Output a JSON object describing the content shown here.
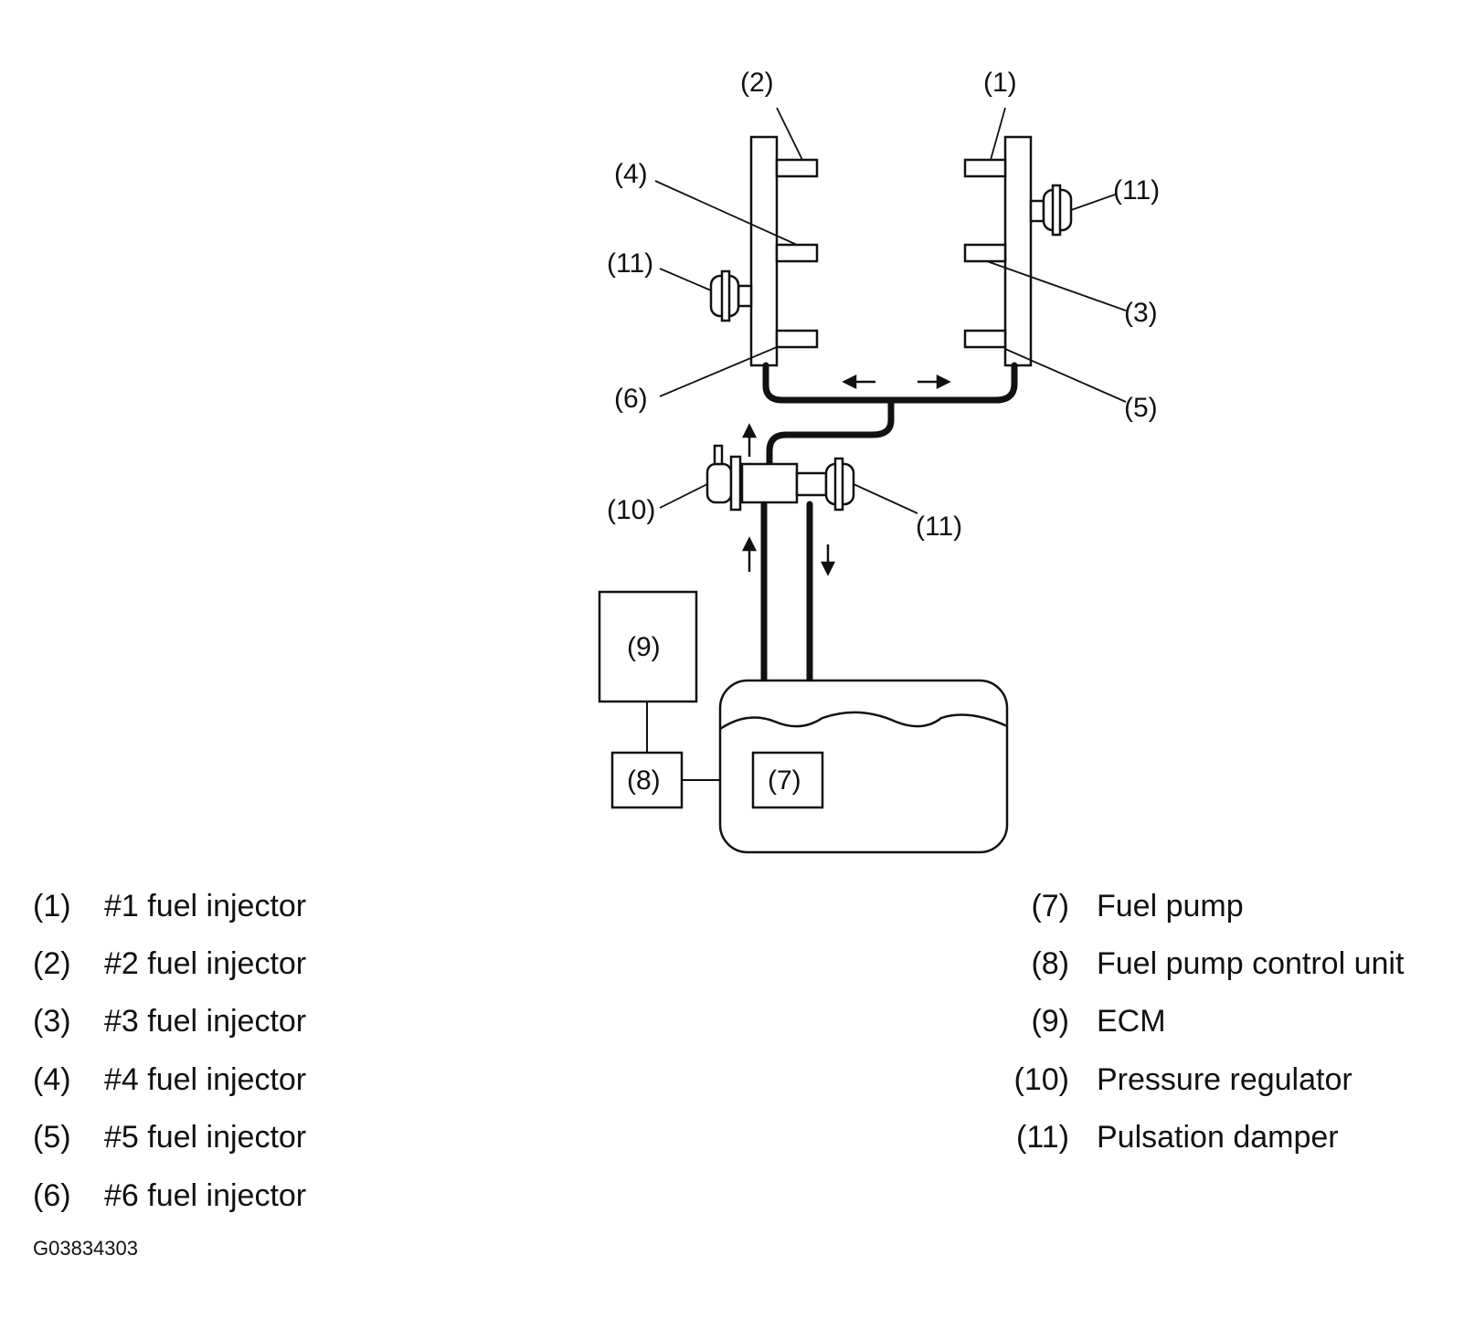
{
  "diagram": {
    "callouts": {
      "c1": "(1)",
      "c2": "(2)",
      "c3": "(3)",
      "c4": "(4)",
      "c5": "(5)",
      "c6": "(6)",
      "c7": "(7)",
      "c8": "(8)",
      "c9": "(9)",
      "c10": "(10)",
      "c11_a": "(11)",
      "c11_b": "(11)",
      "c11_c": "(11)"
    }
  },
  "legend": [
    {
      "num": "(1)",
      "label": "#1 fuel injector"
    },
    {
      "num": "(2)",
      "label": "#2 fuel injector"
    },
    {
      "num": "(3)",
      "label": "#3 fuel injector"
    },
    {
      "num": "(4)",
      "label": "#4 fuel injector"
    },
    {
      "num": "(5)",
      "label": "#5 fuel injector"
    },
    {
      "num": "(6)",
      "label": "#6 fuel injector"
    },
    {
      "num": "(7)",
      "label": "Fuel pump"
    },
    {
      "num": "(8)",
      "label": "Fuel pump control unit"
    },
    {
      "num": "(9)",
      "label": "ECM"
    },
    {
      "num": "(10)",
      "label": "Pressure regulator"
    },
    {
      "num": "(11)",
      "label": "Pulsation damper"
    }
  ],
  "figure_id": "G03834303"
}
